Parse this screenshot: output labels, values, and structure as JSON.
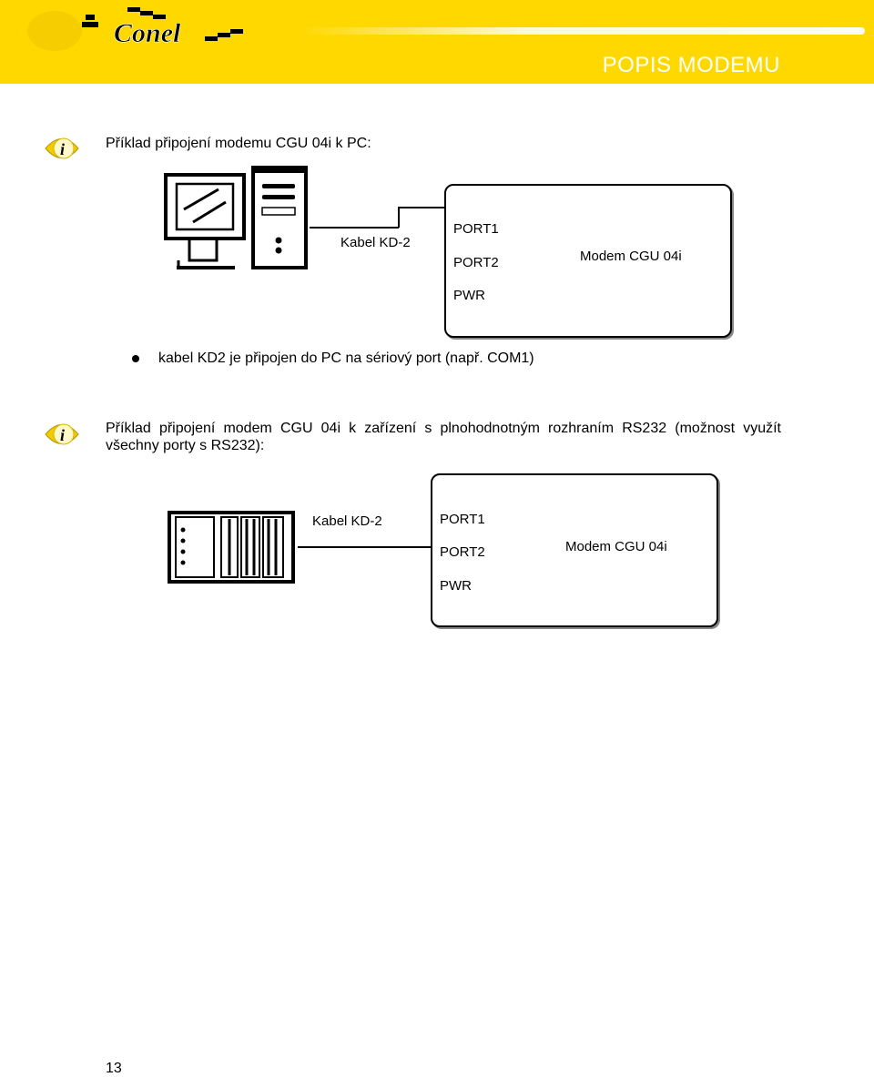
{
  "header": {
    "brand": "Conel",
    "title": "POPIS MODEMU",
    "colors": {
      "background": "#ffd800",
      "title": "#ffffff"
    }
  },
  "section1": {
    "icon": "info-icon",
    "heading": "Příklad připojení modemu CGU 04i k PC:",
    "diagram": {
      "cable_label": "Kabel KD-2",
      "ports": [
        "PORT1",
        "PORT2",
        "PWR"
      ],
      "modem_label": "Modem CGU 04i"
    },
    "bullet": "kabel KD2 je připojen do PC na sériový port (např. COM1)"
  },
  "section2": {
    "icon": "info-icon",
    "heading": "Příklad připojení modem CGU 04i k zařízení s plnohodnotným rozhraním RS232 (možnost využít všechny porty s RS232):",
    "diagram": {
      "cable_label": "Kabel KD-2",
      "ports": [
        "PORT1",
        "PORT2",
        "PWR"
      ],
      "modem_label": "Modem CGU 04i"
    }
  },
  "footer": {
    "page_number": "13"
  }
}
